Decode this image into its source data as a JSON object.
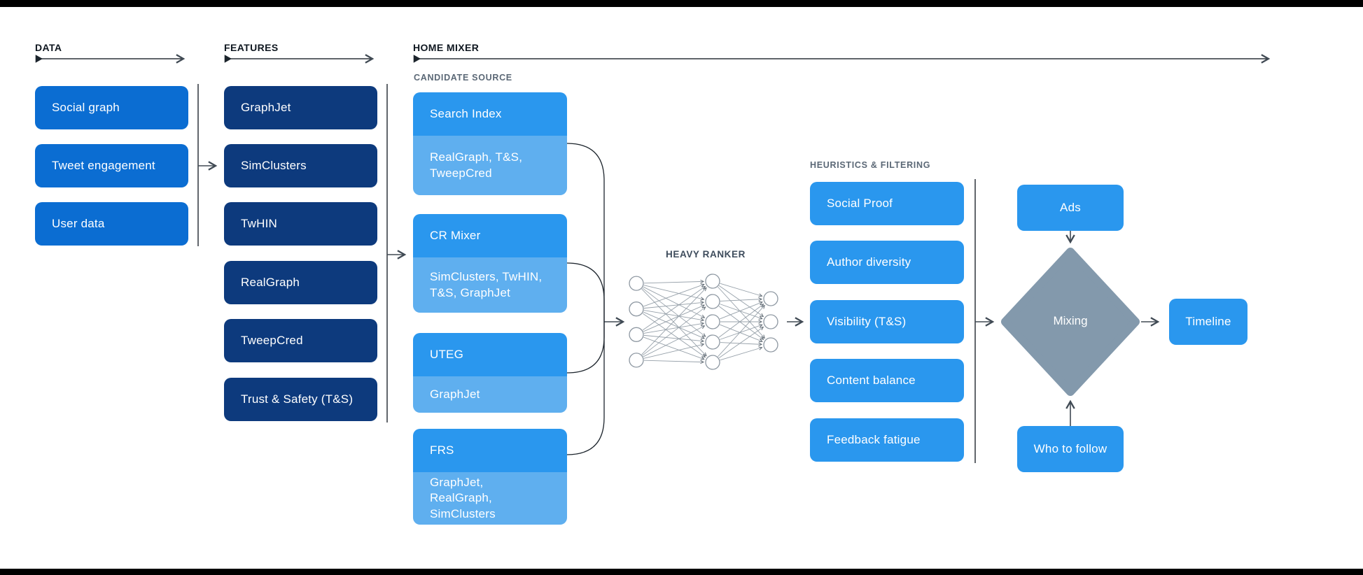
{
  "palette": {
    "primary_blue": "#0b6dd2",
    "navy": "#0d3a7d",
    "bright_blue": "#2a97ee",
    "light_blue": "#5fafef",
    "diamond_gray": "#8399ac",
    "label_gray": "#5b6876",
    "header_text": "#0f1720",
    "background": "#ffffff"
  },
  "headers": {
    "data": "DATA",
    "features": "FEATURES",
    "home_mixer": "HOME MIXER"
  },
  "data_column": {
    "items": [
      "Social graph",
      "Tweet engagement",
      "User data"
    ]
  },
  "features_column": {
    "items": [
      "GraphJet",
      "SimClusters",
      "TwHIN",
      "RealGraph",
      "TweepCred",
      "Trust & Safety (T&S)"
    ]
  },
  "candidate_source": {
    "label": "CANDIDATE SOURCE",
    "sources": [
      {
        "name": "Search Index",
        "uses": "RealGraph, T&S, TweepCred"
      },
      {
        "name": "CR Mixer",
        "uses": "SimClusters, TwHIN, T&S, GraphJet"
      },
      {
        "name": "UTEG",
        "uses": "GraphJet"
      },
      {
        "name": "FRS",
        "uses": "GraphJet, RealGraph, SimClusters"
      }
    ]
  },
  "heavy_ranker": {
    "label": "HEAVY RANKER",
    "layers": [
      4,
      5,
      3
    ]
  },
  "heuristics": {
    "label": "HEURISTICS & FILTERING",
    "items": [
      "Social Proof",
      "Author diversity",
      "Visibility (T&S)",
      "Content balance",
      "Feedback fatigue"
    ]
  },
  "mixing_stage": {
    "ads": "Ads",
    "mixing": "Mixing",
    "who_to_follow": "Who to follow",
    "timeline": "Timeline"
  }
}
